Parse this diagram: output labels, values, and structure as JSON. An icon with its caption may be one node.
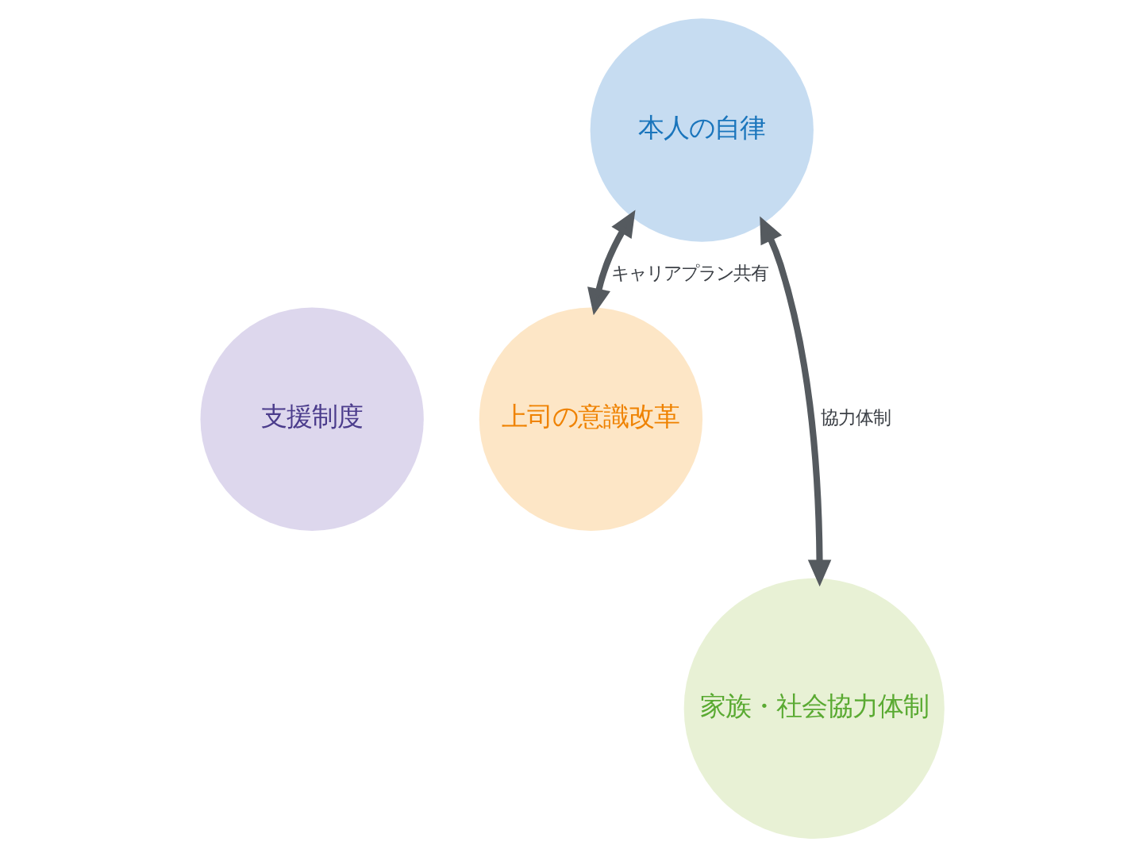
{
  "diagram": {
    "nodes": [
      {
        "text": [
          "本人の自律"
        ]
      },
      {
        "text": [
          "支援制度"
        ]
      },
      {
        "text": [
          "上司の意識改革"
        ]
      },
      {
        "text": [
          "家族・社会協力体制"
        ]
      }
    ],
    "edges": [
      {
        "from": 0,
        "to": 2,
        "arrow": "both",
        "label": "キャリアプラン共有"
      },
      {
        "from": 0,
        "to": 3,
        "arrow": "both",
        "label": "協力体制"
      }
    ]
  }
}
